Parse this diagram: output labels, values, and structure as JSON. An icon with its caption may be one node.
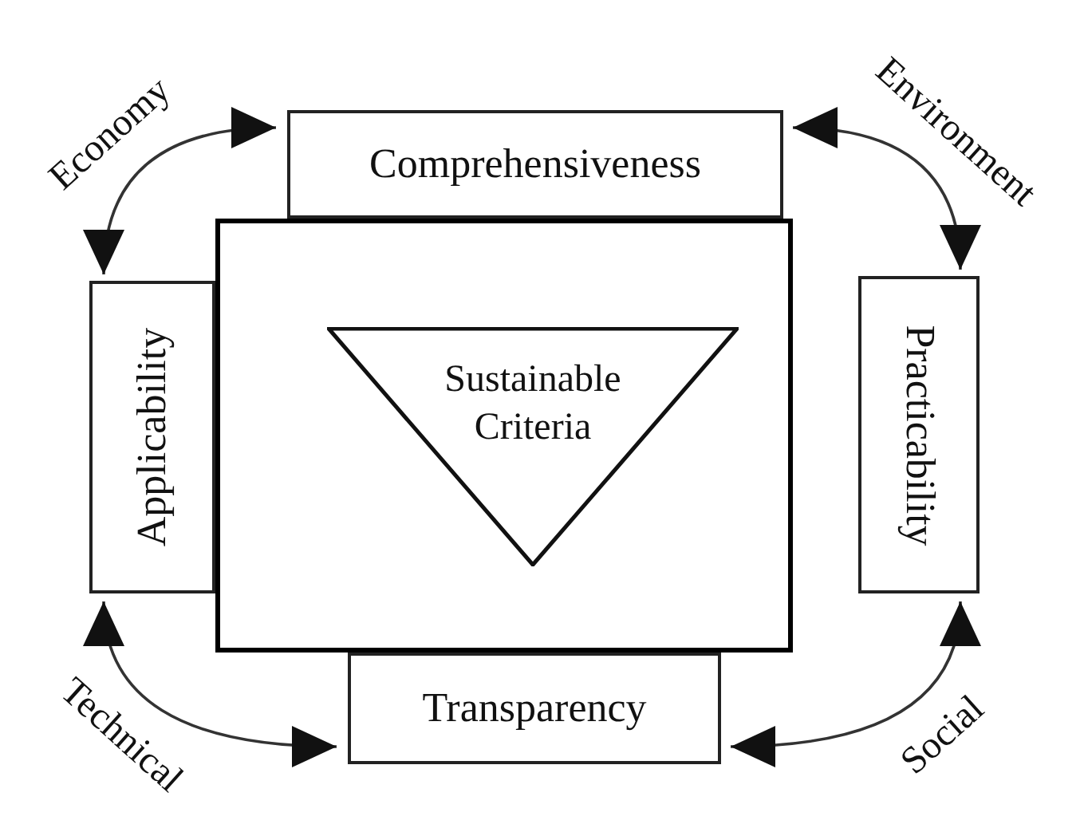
{
  "diagram": {
    "nodes": [
      {
        "text": [],
        "shape": "box"
      },
      {
        "text": [
          "Sustainable Criteria"
        ],
        "in": 0
      },
      {
        "text": [
          "Comprehensiveness"
        ]
      },
      {
        "text": [
          "Applicability"
        ]
      },
      {
        "text": [
          "Practicability"
        ]
      },
      {
        "text": [
          "Transparency"
        ]
      }
    ],
    "edges": [
      {
        "from": 2,
        "to": 3,
        "arrow": "both",
        "label": "Economy"
      },
      {
        "from": 2,
        "to": 4,
        "arrow": "both",
        "label": "Environment"
      },
      {
        "from": 5,
        "to": 3,
        "arrow": "both",
        "label": "Technical"
      },
      {
        "from": 5,
        "to": 4,
        "arrow": "both",
        "label": "Social"
      }
    ]
  }
}
